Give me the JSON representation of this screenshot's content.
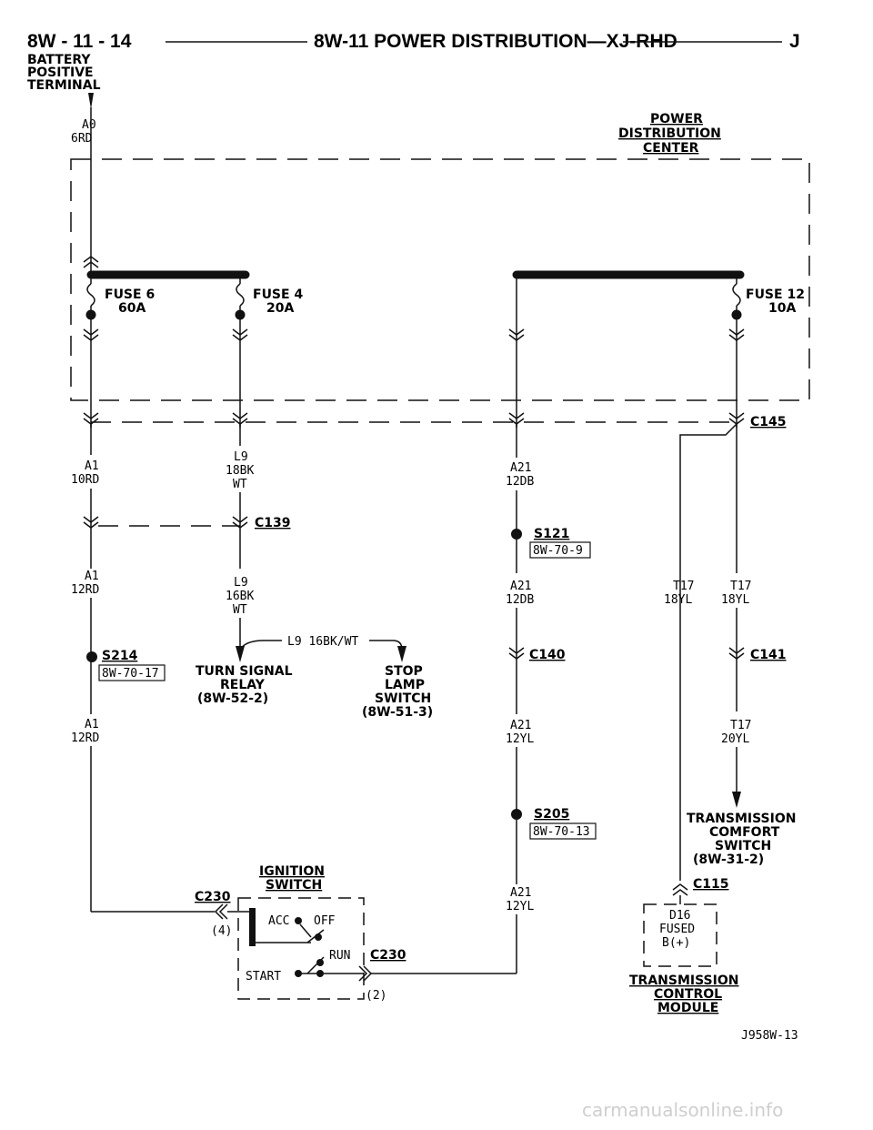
{
  "header": {
    "page_code": "8W - 11 - 14",
    "title": "8W-11 POWER DISTRIBUTION—XJ-RHD",
    "edition": "J"
  },
  "battery_terminal": [
    "BATTERY",
    "POSITIVE",
    "TERMINAL"
  ],
  "pdc": {
    "title": [
      "POWER",
      "DISTRIBUTION",
      "CENTER"
    ]
  },
  "fuses": {
    "f6": {
      "name": "FUSE 6",
      "rating": "60A"
    },
    "f4": {
      "name": "FUSE 4",
      "rating": "20A"
    },
    "f12": {
      "name": "FUSE 12",
      "rating": "10A"
    }
  },
  "wires": {
    "a0": [
      "A0",
      "6RD"
    ],
    "a1_top": [
      "A1",
      "10RD"
    ],
    "a1_mid": [
      "A1",
      "12RD"
    ],
    "a1_bot": [
      "A1",
      "12RD"
    ],
    "l9_top": [
      "L9",
      "18BK",
      "WT"
    ],
    "l9_bot": [
      "L9",
      "16BK",
      "WT"
    ],
    "l9_branch": "L9 16BK/WT",
    "a21_top": [
      "A21",
      "12DB"
    ],
    "a21_mid": [
      "A21",
      "12DB"
    ],
    "a21_low": [
      "A21",
      "12YL"
    ],
    "a21_bot": [
      "A21",
      "12YL"
    ],
    "t17_left": [
      "T17",
      "18YL"
    ],
    "t17_right": [
      "T17",
      "18YL"
    ],
    "t17_bot": [
      "T17",
      "20YL"
    ],
    "d16": [
      "D16",
      "FUSED",
      "B(+)"
    ]
  },
  "connectors": {
    "c145": "C145",
    "c139": "C139",
    "c140": "C140",
    "c141": "C141",
    "c115": "C115",
    "c230_left": "C230",
    "c230_left_pin": "(4)",
    "c230_right": "C230",
    "c230_right_pin": "(2)"
  },
  "splices": {
    "s121": {
      "id": "S121",
      "ref": "8W-70-9"
    },
    "s214": {
      "id": "S214",
      "ref": "8W-70-17"
    },
    "s205": {
      "id": "S205",
      "ref": "8W-70-13"
    }
  },
  "components": {
    "turn_signal": [
      "TURN SIGNAL",
      "RELAY",
      "(8W-52-2)"
    ],
    "stop_lamp": [
      "STOP",
      "LAMP",
      "SWITCH",
      "(8W-51-3)"
    ],
    "tcs": [
      "TRANSMISSION",
      "COMFORT",
      "SWITCH",
      "(8W-31-2)"
    ],
    "tcm": [
      "TRANSMISSION",
      "CONTROL",
      "MODULE"
    ],
    "ignition": {
      "title": [
        "IGNITION",
        "SWITCH"
      ],
      "acc": "ACC",
      "off": "OFF",
      "run": "RUN",
      "start": "START"
    }
  },
  "figure_id": "J958W-13",
  "watermark": "carmanualsonline.info"
}
